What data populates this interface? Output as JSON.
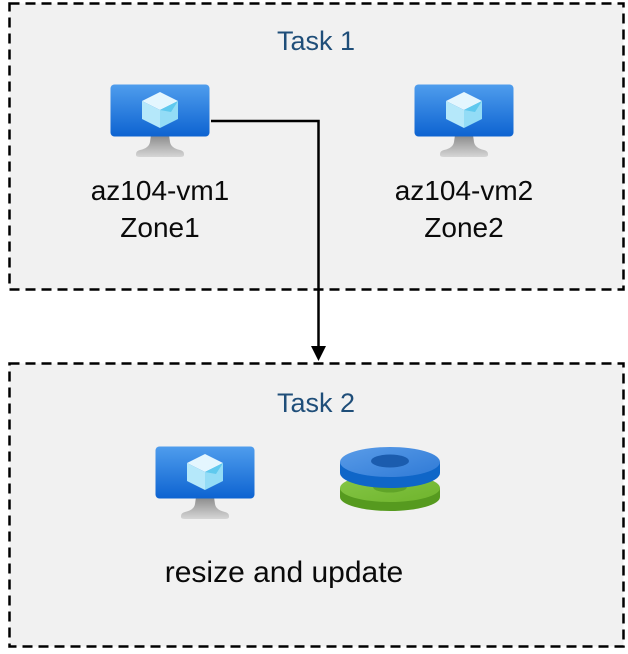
{
  "task1": {
    "title": "Task 1",
    "vms": [
      {
        "name": "az104-vm1",
        "zone": "Zone1",
        "icon": "virtual-machine-icon"
      },
      {
        "name": "az104-vm2",
        "zone": "Zone2",
        "icon": "virtual-machine-icon"
      }
    ]
  },
  "task2": {
    "title": "Task 2",
    "caption": "resize and update",
    "icons": [
      "virtual-machine-icon",
      "managed-disks-icon"
    ]
  },
  "arrow": {
    "from": "az104-vm1",
    "to": "Task 2"
  },
  "colors": {
    "box_fill": "#f1f1f1",
    "box_border": "#000000",
    "title_text": "#1f4e79",
    "label_text": "#0a0a0a",
    "vm_screen_top": "#4f9ded",
    "vm_screen_bottom": "#0d63d1",
    "disk_blue": "#3c87e0",
    "disk_green": "#7abe37"
  }
}
